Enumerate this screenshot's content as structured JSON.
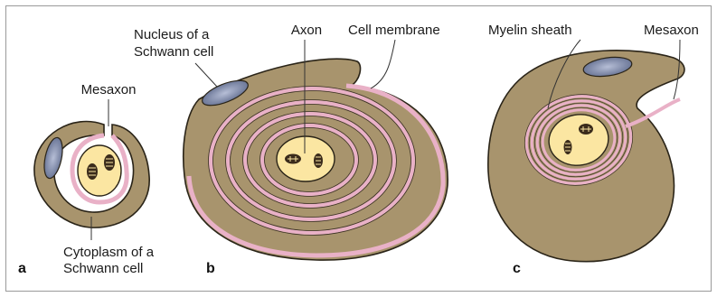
{
  "labels": {
    "mesaxon_a": "Mesaxon",
    "cytoplasm_1": "Cytoplasm of a",
    "cytoplasm_2": "Schwann cell",
    "nucleus_1": "Nucleus of a",
    "nucleus_2": "Schwann cell",
    "axon": "Axon",
    "cell_membrane": "Cell membrane",
    "myelin_sheath": "Myelin sheath",
    "mesaxon_c": "Mesaxon"
  },
  "panels": {
    "a": "a",
    "b": "b",
    "c": "c"
  },
  "colors": {
    "cytoplasm": "#a8946d",
    "membrane": "#e9b1c7",
    "membrane_edge": "#5a4a38",
    "axon_fill": "#fbe6a2",
    "nucleus": "#6d7898",
    "outline": "#222222"
  }
}
